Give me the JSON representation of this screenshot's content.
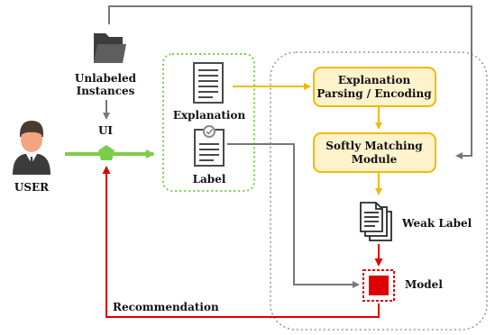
{
  "labels": {
    "unlabeled_line1": "Unlabeled",
    "unlabeled_line2": "Instances",
    "ui": "UI",
    "user": "USER",
    "explanation": "Explanation",
    "label": "Label",
    "parsing_line1": "Explanation",
    "parsing_line2": "Parsing / Encoding",
    "matching_line1": "Softly Matching",
    "matching_line2": "Module",
    "weak_label": "Weak Label",
    "model": "Model",
    "recommendation": "Recommendation"
  },
  "colors": {
    "yellow_stroke": "#f5b800",
    "yellow_fill": "#fff3cc",
    "green": "#7ccd4a",
    "red": "#e00000",
    "gray_arrow": "#777777",
    "dotted_gray": "#9a9a9a"
  },
  "icons": [
    "folder-icon",
    "user-icon",
    "document-icon",
    "certificate-icon",
    "stacked-documents-icon",
    "model-chip-icon"
  ]
}
